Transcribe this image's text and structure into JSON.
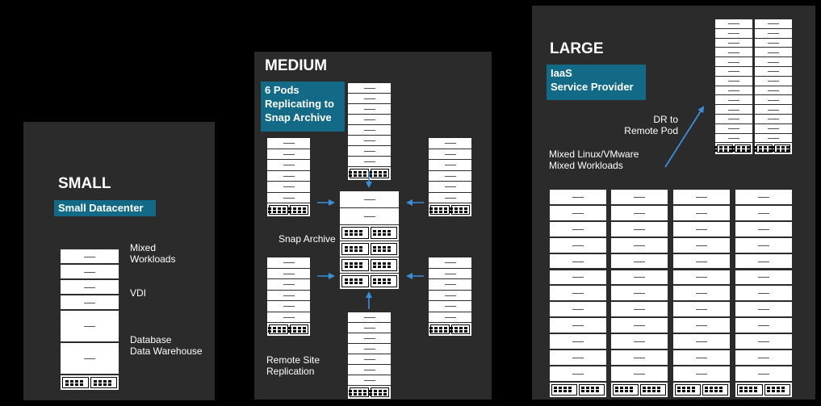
{
  "small": {
    "title": "SMALL",
    "tag": "Small Datacenter",
    "labels": {
      "mixed": "Mixed\nWorkloads",
      "vdi": "VDI",
      "db": "Database\nData Warehouse"
    }
  },
  "medium": {
    "title": "MEDIUM",
    "tag": "6 Pods\nReplicating to\nSnap Archive",
    "labels": {
      "snap": "Snap Archive",
      "remote": "Remote Site\nReplication"
    }
  },
  "large": {
    "title": "LARGE",
    "tag": "IaaS\nService Provider",
    "labels": {
      "dr": "DR to\nRemote Pod",
      "mixed": "Mixed Linux/VMware\nMixed Workloads"
    }
  },
  "colors": {
    "panel": "#2b2b2b",
    "tag": "#136a86",
    "arrow": "#3b8fd8",
    "hardware": "#ffffff"
  }
}
